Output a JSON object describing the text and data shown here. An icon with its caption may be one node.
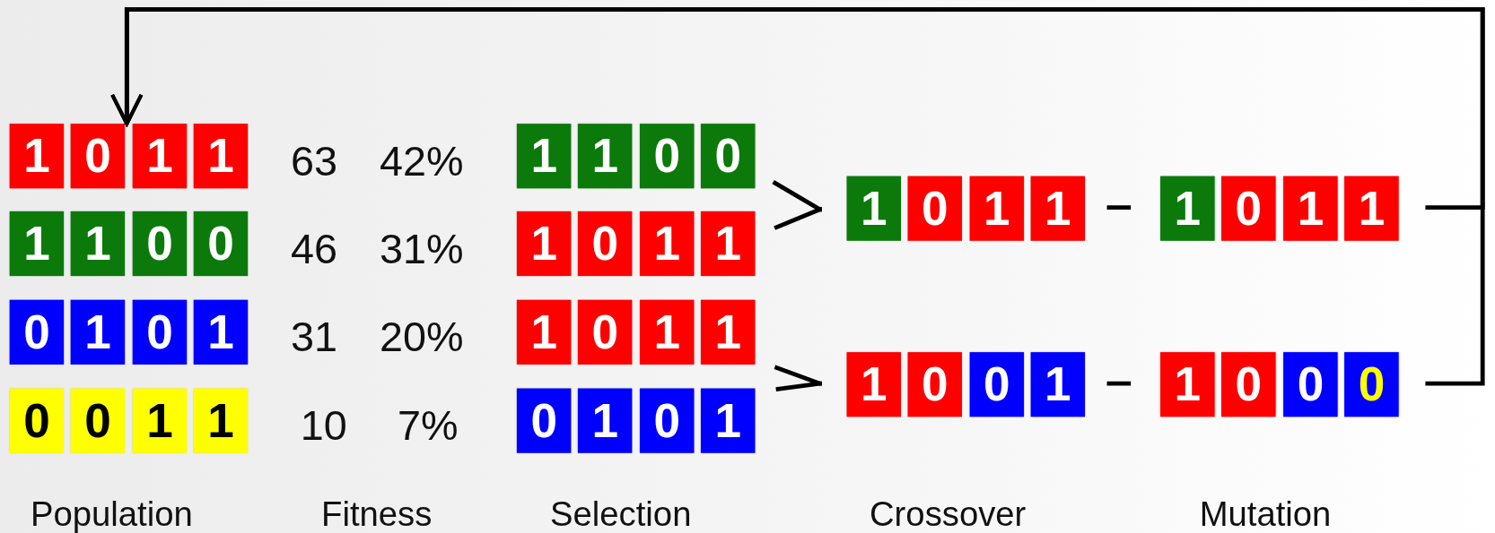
{
  "diagram": {
    "nodes": [
      {
        "text": [
          "1",
          "0",
          "1",
          "1"
        ]
      },
      {
        "text": [
          "1",
          "1",
          "0",
          "0"
        ]
      },
      {
        "text": [
          "0",
          "1",
          "0",
          "1"
        ]
      },
      {
        "text": [
          "0",
          "0",
          "1",
          "1"
        ]
      },
      {
        "text": [
          "1",
          "1",
          "0",
          "0"
        ]
      },
      {
        "text": [
          "1",
          "0",
          "1",
          "1"
        ]
      },
      {
        "text": [
          "1",
          "0",
          "1",
          "1"
        ]
      },
      {
        "text": [
          "0",
          "1",
          "0",
          "1"
        ]
      },
      {
        "text": [
          "1",
          "0",
          "1",
          "1"
        ]
      },
      {
        "text": [
          "1",
          "0",
          "0",
          "1"
        ]
      },
      {
        "text": [
          "1",
          "0",
          "1",
          "1"
        ]
      },
      {
        "text": [
          "1",
          "0",
          "0",
          "0"
        ]
      }
    ],
    "edges": [
      {
        "from": 4,
        "to": 8,
        "arrow": "none"
      },
      {
        "from": 5,
        "to": 8,
        "arrow": "none"
      },
      {
        "from": 6,
        "to": 9,
        "arrow": "none"
      },
      {
        "from": 7,
        "to": 9,
        "arrow": "none"
      },
      {
        "from": 8,
        "to": 10,
        "arrow": "none"
      },
      {
        "from": 9,
        "to": 11,
        "arrow": "none"
      },
      {
        "from": 10,
        "to": 0,
        "arrow": "to"
      },
      {
        "from": 11,
        "to": 0,
        "arrow": "to"
      }
    ],
    "labels": [
      "63",
      "42%",
      "46",
      "31%",
      "31",
      "20%",
      "10",
      "7%",
      "Population",
      "Fitness",
      "Selection",
      "Crossover",
      "Mutation"
    ]
  }
}
